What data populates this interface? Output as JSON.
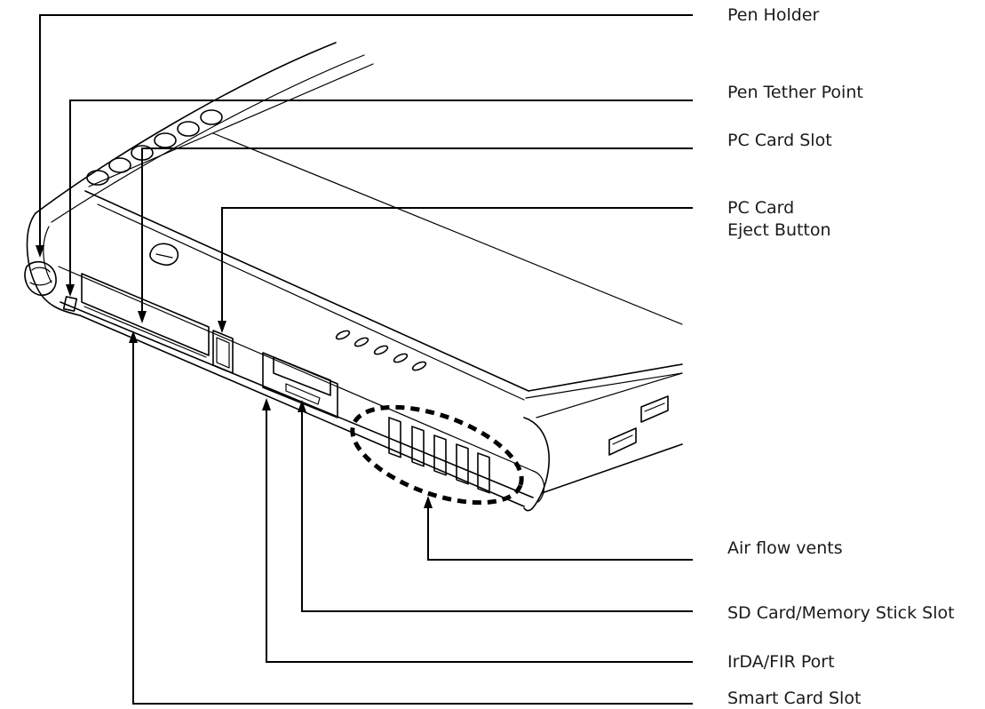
{
  "callouts": [
    {
      "id": "pen-holder",
      "text": "Pen Holder"
    },
    {
      "id": "pen-tether-point",
      "text": "Pen Tether Point"
    },
    {
      "id": "pc-card-slot",
      "text": "PC Card Slot"
    },
    {
      "id": "pc-card-eject-button",
      "lines": [
        "PC Card",
        "Eject Button"
      ]
    },
    {
      "id": "air-flow-vents",
      "text": "Air flow vents"
    },
    {
      "id": "sd-card-memory-stick-slot",
      "text": "SD Card/Memory Stick Slot"
    },
    {
      "id": "irda-fir-port",
      "text": "IrDA/FIR Port"
    },
    {
      "id": "smart-card-slot",
      "text": "Smart Card Slot"
    }
  ]
}
